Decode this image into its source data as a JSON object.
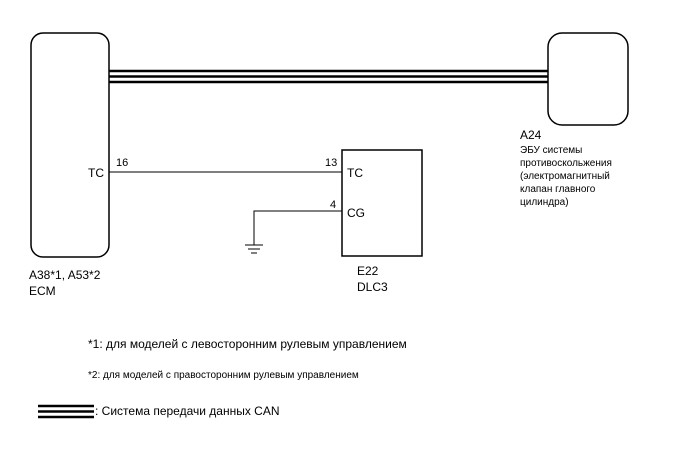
{
  "ecm": {
    "pin_tc_label": "TC",
    "pin_tc_number": "16",
    "connector_label": "A38*1, A53*2",
    "name": "ECM"
  },
  "abs_ecu": {
    "connector_label": "A24",
    "description_lines": [
      "ЭБУ системы",
      "противоскольжения",
      "(электромагнитный",
      "клапан главного",
      "цилиндра)"
    ]
  },
  "dlc3": {
    "pin_tc_number": "13",
    "pin_tc_label": "TC",
    "pin_cg_number": "4",
    "pin_cg_label": "CG",
    "connector_label": "E22",
    "name": "DLC3"
  },
  "notes": {
    "note1": "*1: для моделей с левосторонним рулевым управлением",
    "note2": "*2: для моделей с правосторонним рулевым управлением"
  },
  "legend": {
    "can_text": ": Система передачи данных CAN"
  },
  "colors": {
    "line": "#000000",
    "background": "#ffffff"
  }
}
